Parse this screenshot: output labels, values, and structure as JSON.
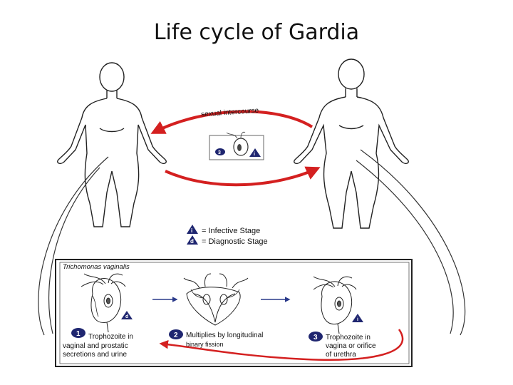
{
  "title": "Life cycle of Gardia",
  "top_arrow_label": "sexual intercourse",
  "legend": {
    "infective": {
      "marker": "i",
      "text": "= Infective Stage"
    },
    "diagnostic": {
      "marker": "d",
      "text": "= Diagnostic Stage"
    }
  },
  "center_inset": {
    "left_badge": "3",
    "right_badge": "i"
  },
  "panel": {
    "heading": "Trichomonas vaginalis",
    "stages": [
      {
        "number": "1",
        "marker": "d",
        "line1": "Trophozoite in",
        "line2": "vaginal and prostatic",
        "line3": "secretions and urine"
      },
      {
        "number": "2",
        "line1": "Multiplies by longitudinal",
        "line2": "binary fission"
      },
      {
        "number": "3",
        "marker": "i",
        "line1": "Trophozoite in",
        "line2": "vagina or orifice",
        "line3": "of urethra"
      }
    ]
  },
  "colors": {
    "arrow_red": "#d42020",
    "badge_navy": "#1f2670",
    "outline": "#222222",
    "arrow_blue": "#2a3a8a"
  }
}
